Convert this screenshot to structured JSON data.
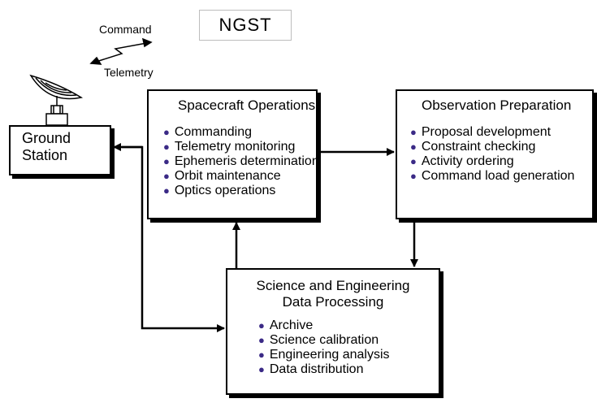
{
  "labels": {
    "command": "Command",
    "telemetry": "Telemetry",
    "ngst": "NGST"
  },
  "ground_station": {
    "line1": "Ground",
    "line2": "Station"
  },
  "spacecraft_operations": {
    "title": "Spacecraft Operations",
    "items": [
      "Commanding",
      "Telemetry monitoring",
      "Ephemeris determination",
      "Orbit maintenance",
      "Optics operations"
    ]
  },
  "observation_preparation": {
    "title": "Observation Preparation",
    "items": [
      "Proposal development",
      "Constraint checking",
      "Activity ordering",
      "Command load generation"
    ]
  },
  "science_engineering": {
    "title_line1": "Science and Engineering",
    "title_line2": "Data Processing",
    "items": [
      "Archive",
      "Science calibration",
      "Engineering analysis",
      "Data distribution"
    ]
  },
  "colors": {
    "bullet": "#3b2a86"
  }
}
